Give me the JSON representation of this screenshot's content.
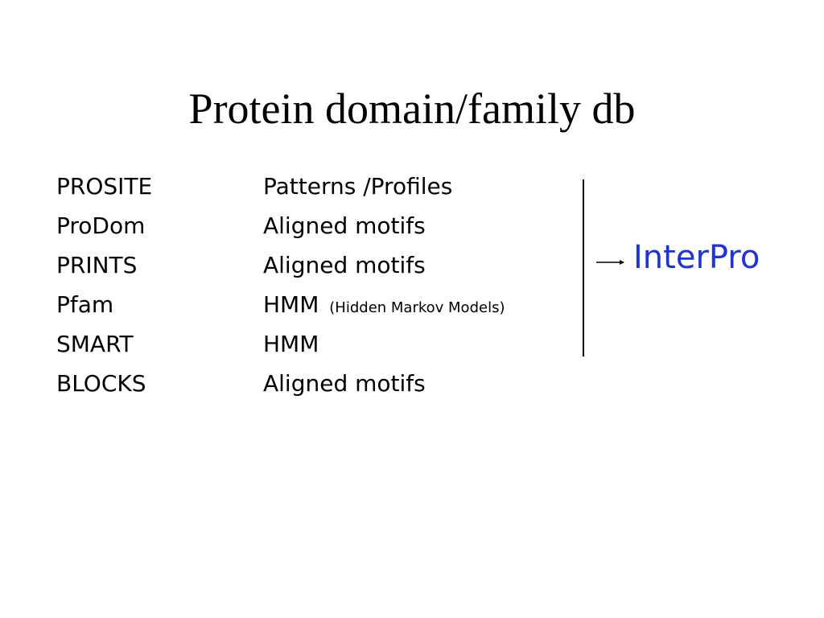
{
  "slide": {
    "title": "Protein domain/family db",
    "rows": [
      {
        "name": "PROSITE",
        "method": "Patterns /Profiles",
        "note": ""
      },
      {
        "name": "ProDom",
        "method": "Aligned motifs",
        "note": ""
      },
      {
        "name": "PRINTS",
        "method": "Aligned motifs",
        "note": ""
      },
      {
        "name": "Pfam",
        "method": "HMM",
        "note": "(Hidden Markov Models)"
      },
      {
        "name": "SMART",
        "method": "HMM",
        "note": ""
      },
      {
        "name": "BLOCKS",
        "method": "Aligned motifs",
        "note": ""
      }
    ],
    "target": "InterPro",
    "colors": {
      "target": "#1a33e6",
      "text": "#000000",
      "background": "#ffffff"
    }
  }
}
